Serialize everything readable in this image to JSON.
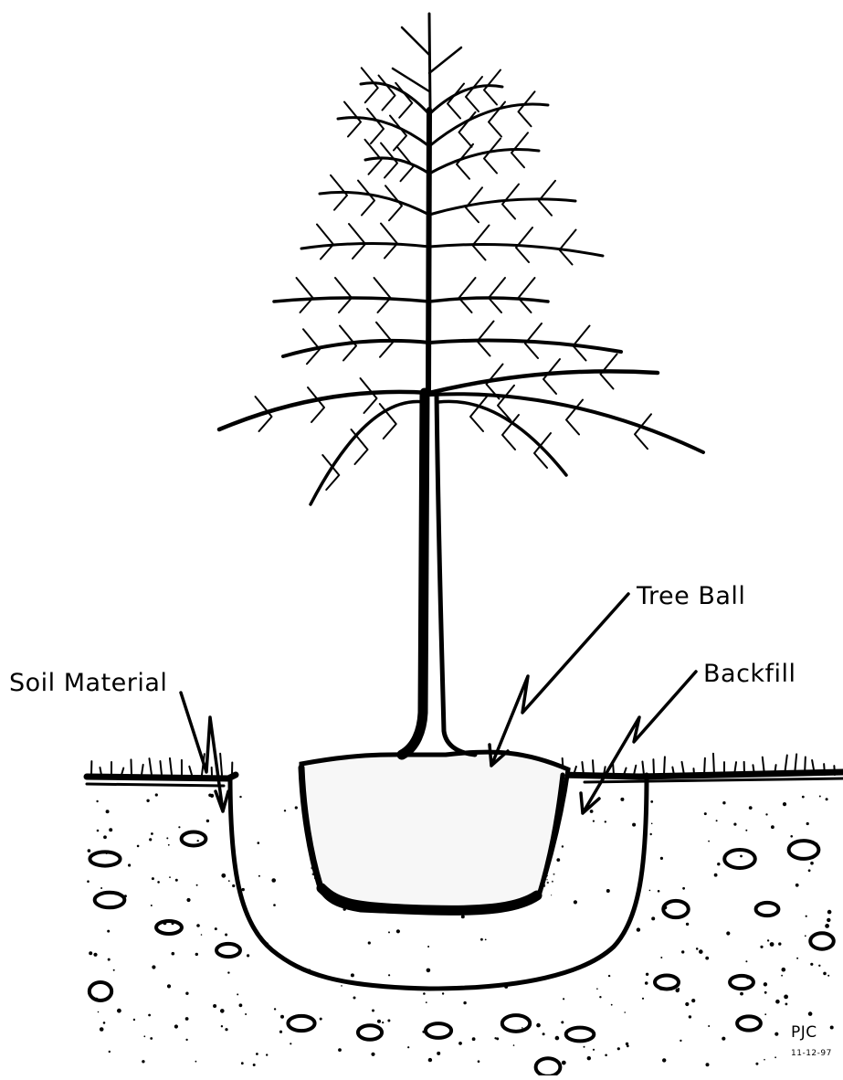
{
  "labels": {
    "soil_material": "Soil Material",
    "tree_ball": "Tree Ball",
    "backfill": "Backfill"
  },
  "signature": {
    "initials": "PJC",
    "date": "11-12-97"
  },
  "colors": {
    "ink": "#000000",
    "paper": "#ffffff"
  }
}
